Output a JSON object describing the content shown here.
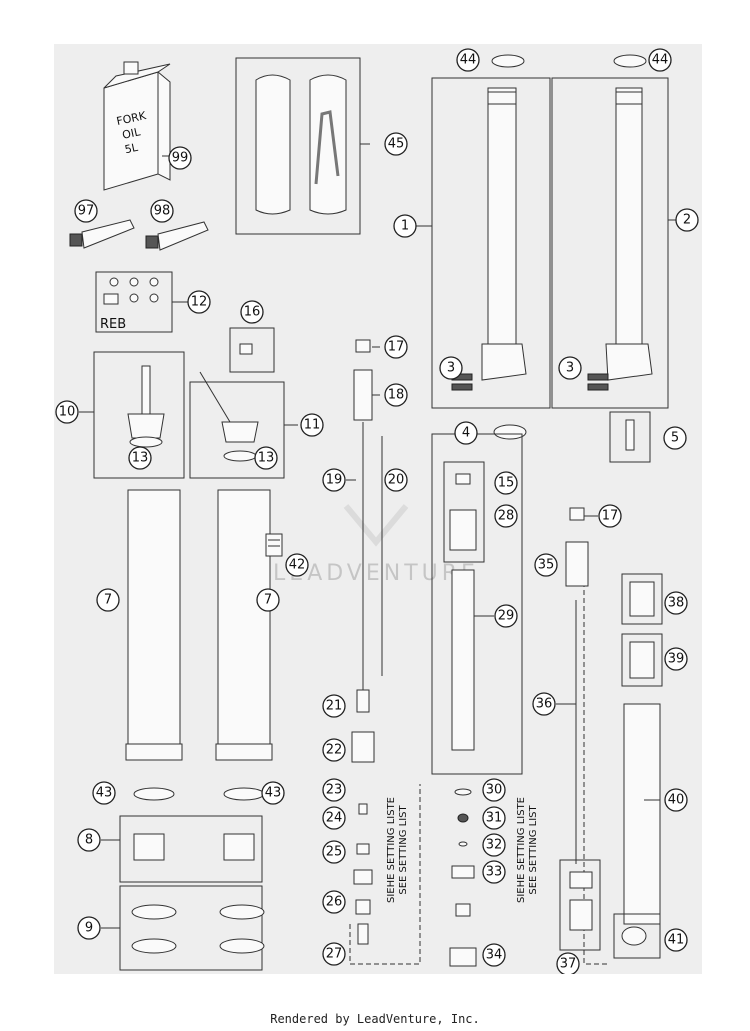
{
  "callouts": {
    "c1": "1",
    "c2": "2",
    "c3": "3",
    "c4": "4",
    "c5": "5",
    "c7": "7",
    "c8": "8",
    "c9": "9",
    "c10": "10",
    "c11": "11",
    "c12": "12",
    "c13": "13",
    "c15": "15",
    "c16": "16",
    "c17": "17",
    "c18": "18",
    "c19": "19",
    "c20": "20",
    "c21": "21",
    "c22": "22",
    "c23": "23",
    "c24": "24",
    "c25": "25",
    "c26": "26",
    "c27": "27",
    "c28": "28",
    "c29": "29",
    "c30": "30",
    "c31": "31",
    "c32": "32",
    "c33": "33",
    "c34": "34",
    "c35": "35",
    "c36": "36",
    "c37": "37",
    "c38": "38",
    "c39": "39",
    "c40": "40",
    "c41": "41",
    "c42": "42",
    "c43": "43",
    "c44": "44",
    "c45": "45",
    "c97": "97",
    "c98": "98",
    "c99": "99"
  },
  "labels": {
    "can_fork": "FORK",
    "can_oil": "OIL",
    "can_volume": "5L",
    "reb": "REB",
    "setting_de": "SIEHE SETTING LISTE",
    "setting_en": "SEE SETTING LIST",
    "watermark": "LEADVENTURE"
  },
  "footer": {
    "text": "Rendered by LeadVenture, Inc."
  }
}
